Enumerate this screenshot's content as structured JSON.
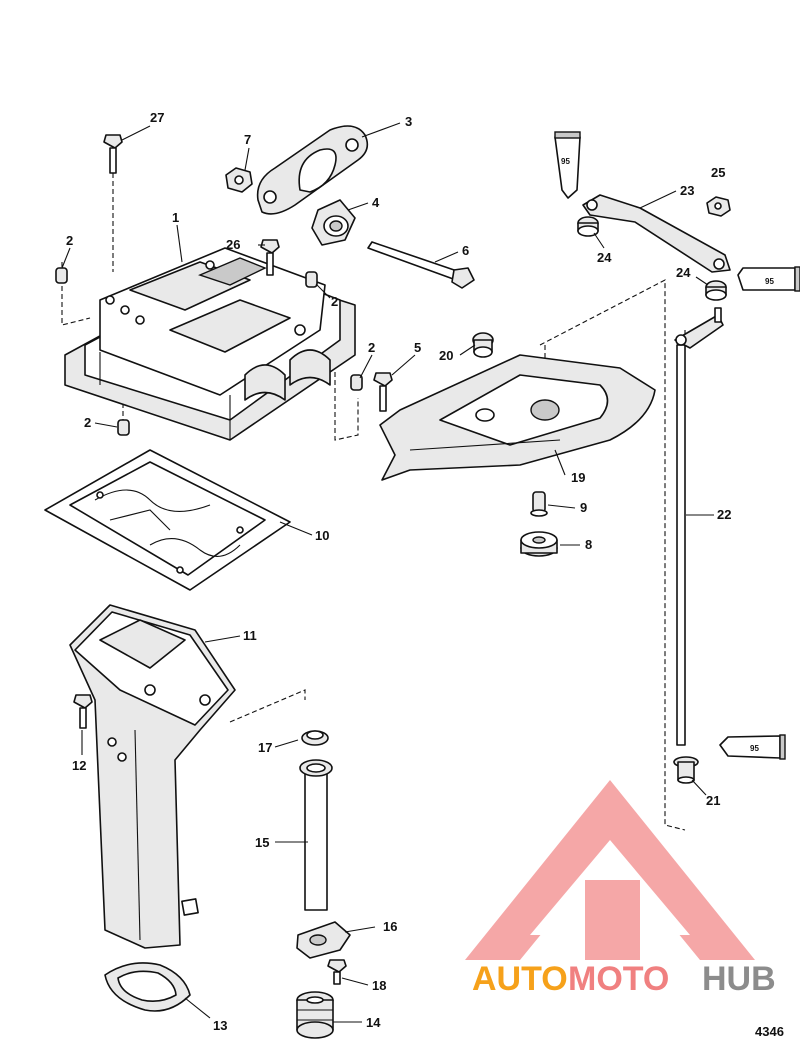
{
  "figure_number": "4346",
  "watermark": {
    "part1": "AUTO",
    "part2": "MOTO",
    "part3": "HUB",
    "colors": {
      "auto": "#f6a11a",
      "moto": "#f08080",
      "hub": "#8c8c8c",
      "logo": "#f28a8a"
    }
  },
  "callouts": {
    "c1": "1",
    "c2a": "2",
    "c2b": "2",
    "c2c": "2",
    "c2d": "2",
    "c3": "3",
    "c4": "4",
    "c5": "5",
    "c6": "6",
    "c7": "7",
    "c8": "8",
    "c9": "9",
    "c10": "10",
    "c11": "11",
    "c12": "12",
    "c13": "13",
    "c14": "14",
    "c15": "15",
    "c16": "16",
    "c17": "17",
    "c18": "18",
    "c19": "19",
    "c20": "20",
    "c21": "21",
    "c22": "22",
    "c23": "23",
    "c24a": "24",
    "c24b": "24",
    "c25": "25",
    "c26": "26",
    "c27": "27"
  },
  "lubricant_tubes": {
    "t1": "95",
    "t2": "95",
    "t3": "95"
  }
}
